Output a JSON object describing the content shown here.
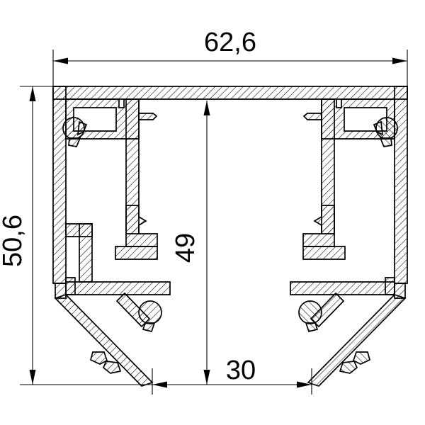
{
  "drawing": {
    "type": "technical-cross-section",
    "subject": "extruded aluminium profile cross-section",
    "background_color": "#ffffff",
    "line_color": "#000000",
    "hatch_color": "#000000",
    "units": "mm",
    "decimal_separator": ","
  },
  "dimensions": {
    "width": {
      "label": "62,6",
      "orientation": "horizontal",
      "position": "top",
      "value": 62.6
    },
    "height": {
      "label": "50,6",
      "orientation": "vertical-rotated",
      "position": "left",
      "value": 50.6
    },
    "inner_height": {
      "label": "49",
      "orientation": "vertical-rotated",
      "position": "center",
      "value": 49
    },
    "base_width": {
      "label": "30",
      "orientation": "horizontal",
      "position": "bottom",
      "value": 30
    }
  }
}
